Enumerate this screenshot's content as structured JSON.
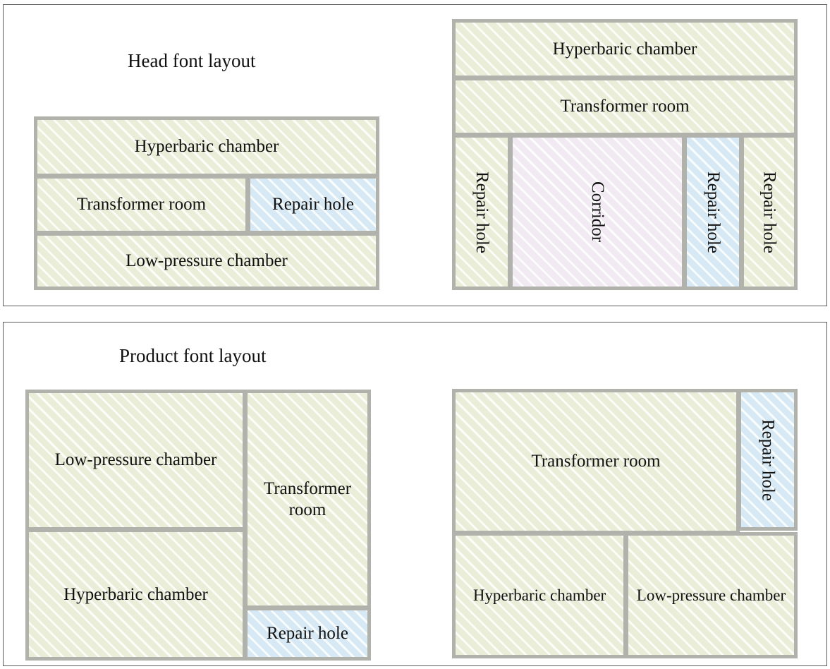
{
  "figure": {
    "type": "architectural-floor-plan-diagram",
    "colors": {
      "room_green": "#eaeed9",
      "room_blue": "#d7e9f4",
      "corridor_lavender": "#f1eaf2",
      "room_border": "#b2b2ad",
      "panel_border": "#5a5a5a",
      "text": "#111111",
      "background": "#ffffff"
    }
  },
  "panels": [
    {
      "id": "head-font-layout",
      "title": "Head font layout",
      "plans": [
        {
          "id": "head-plan-left",
          "rooms": [
            {
              "label": "Hyperbaric chamber",
              "fill": "green",
              "orientation": "horizontal"
            },
            {
              "label": "Transformer room",
              "fill": "green",
              "orientation": "horizontal"
            },
            {
              "label": "Repair hole",
              "fill": "blue",
              "orientation": "horizontal"
            },
            {
              "label": "Low-pressure chamber",
              "fill": "green",
              "orientation": "horizontal"
            }
          ]
        },
        {
          "id": "head-plan-right",
          "rooms": [
            {
              "label": "Hyperbaric chamber",
              "fill": "green",
              "orientation": "horizontal"
            },
            {
              "label": "Transformer room",
              "fill": "green",
              "orientation": "horizontal"
            },
            {
              "label": "Repair hole",
              "fill": "green",
              "orientation": "vertical"
            },
            {
              "label": "Corridor",
              "fill": "lavender",
              "orientation": "vertical"
            },
            {
              "label": "Repair hole",
              "fill": "blue",
              "orientation": "vertical"
            },
            {
              "label": "Repair hole",
              "fill": "green",
              "orientation": "vertical"
            }
          ]
        }
      ]
    },
    {
      "id": "product-font-layout",
      "title": "Product font layout",
      "plans": [
        {
          "id": "product-plan-left",
          "rooms": [
            {
              "label": "Low-pressure chamber",
              "fill": "green",
              "orientation": "horizontal"
            },
            {
              "label": "Hyperbaric chamber",
              "fill": "green",
              "orientation": "horizontal"
            },
            {
              "label": "Transformer room",
              "fill": "green",
              "orientation": "horizontal"
            },
            {
              "label": "Repair hole",
              "fill": "blue",
              "orientation": "horizontal"
            }
          ]
        },
        {
          "id": "product-plan-right",
          "rooms": [
            {
              "label": "Transformer room",
              "fill": "green",
              "orientation": "horizontal"
            },
            {
              "label": "Repair hole",
              "fill": "blue",
              "orientation": "vertical"
            },
            {
              "label": "Hyperbaric chamber",
              "fill": "green",
              "orientation": "horizontal"
            },
            {
              "label": "Low-pressure chamber",
              "fill": "green",
              "orientation": "horizontal"
            }
          ]
        }
      ]
    }
  ]
}
